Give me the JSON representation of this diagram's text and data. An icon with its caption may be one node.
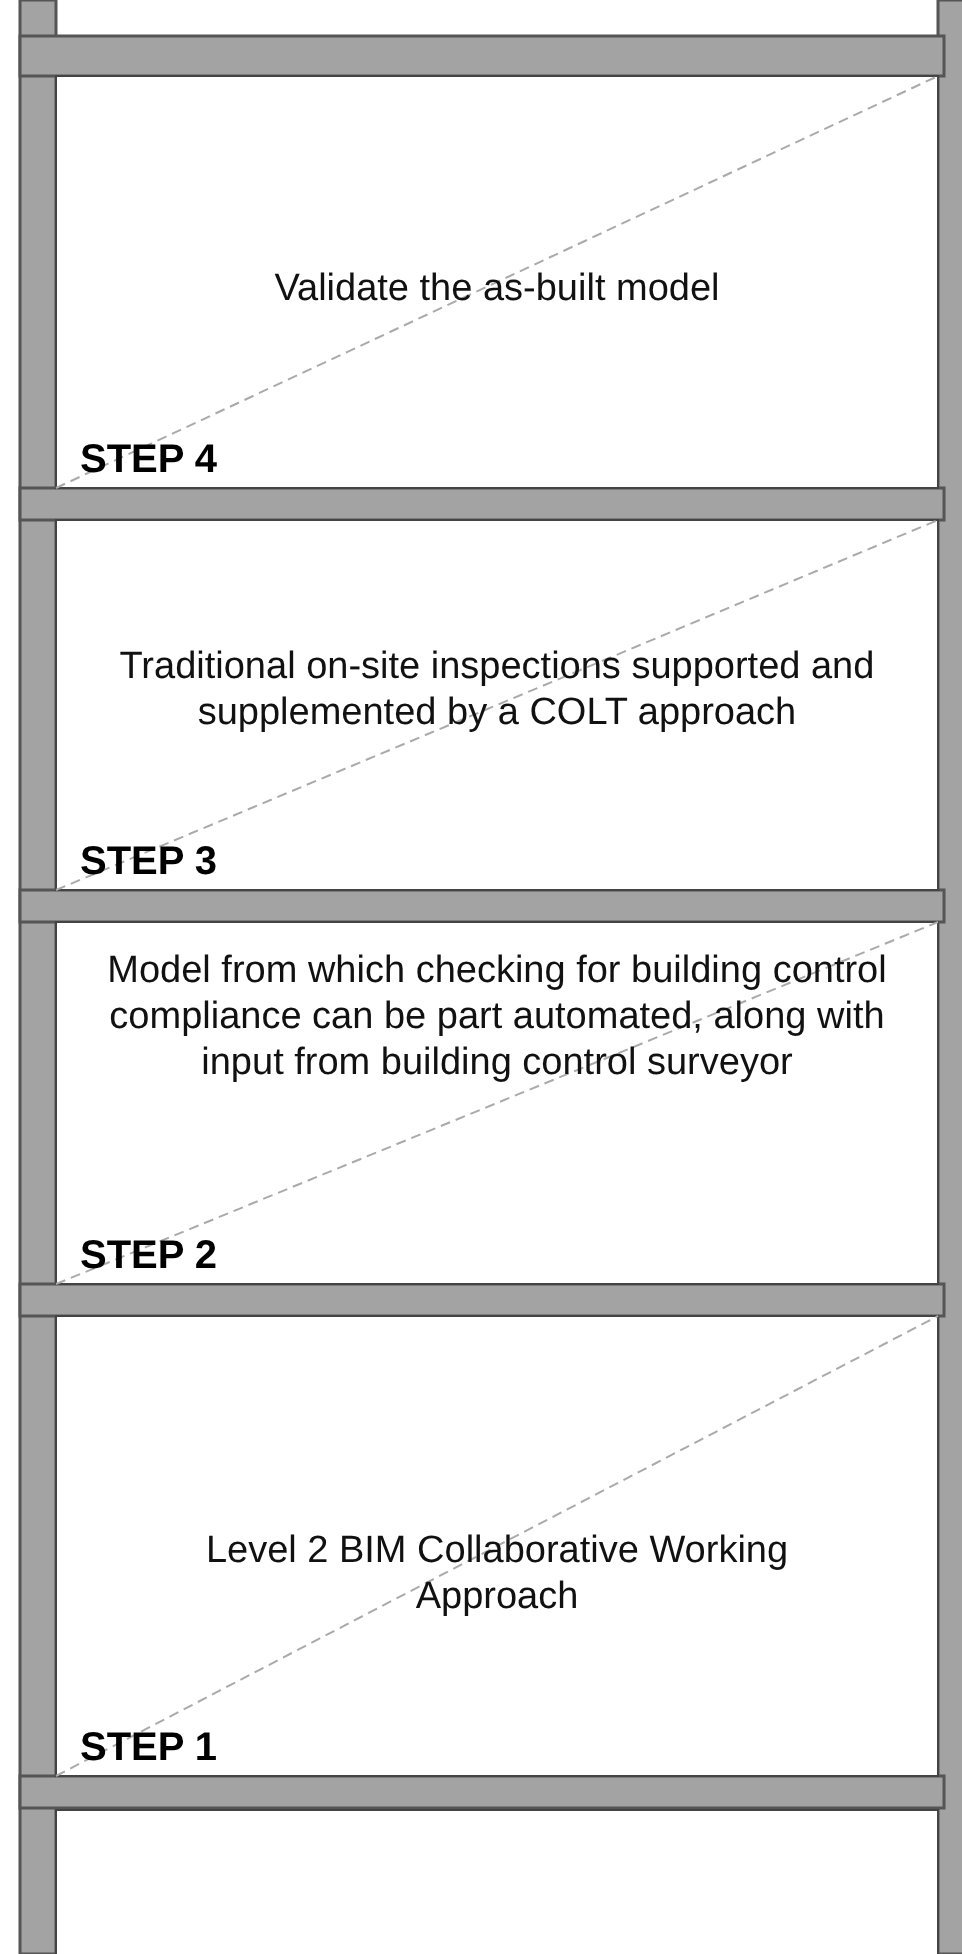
{
  "diagram": {
    "nodes": [
      {
        "text": [
          "Validate the as-built model",
          "STEP 4"
        ]
      },
      {
        "text": [
          "Traditional on-site inspections supported and supplemented by a COLT approach",
          "STEP 3"
        ]
      },
      {
        "text": [
          "Model from which checking for building control compliance can be part automated, along with input from building control surveyor",
          "STEP 2"
        ]
      },
      {
        "text": [
          "Level 2 BIM Collaborative Working Approach",
          "STEP 1"
        ]
      }
    ]
  }
}
